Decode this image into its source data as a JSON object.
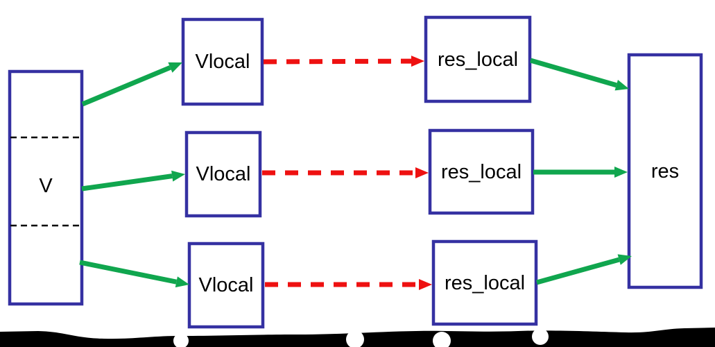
{
  "colors": {
    "background": "#ffffff",
    "box_border": "#3531a2",
    "arrow_green": "#10a64e",
    "arrow_red": "#ee1111",
    "label_text": "#000000",
    "torn_edge": "#000000"
  },
  "diagram": {
    "source_node": {
      "label": "V"
    },
    "local_input_nodes": [
      {
        "label": "Vlocal"
      },
      {
        "label": "Vlocal"
      },
      {
        "label": "Vlocal"
      }
    ],
    "local_result_nodes": [
      {
        "label": "res_local"
      },
      {
        "label": "res_local"
      },
      {
        "label": "res_local"
      }
    ],
    "result_node": {
      "label": "res"
    }
  }
}
